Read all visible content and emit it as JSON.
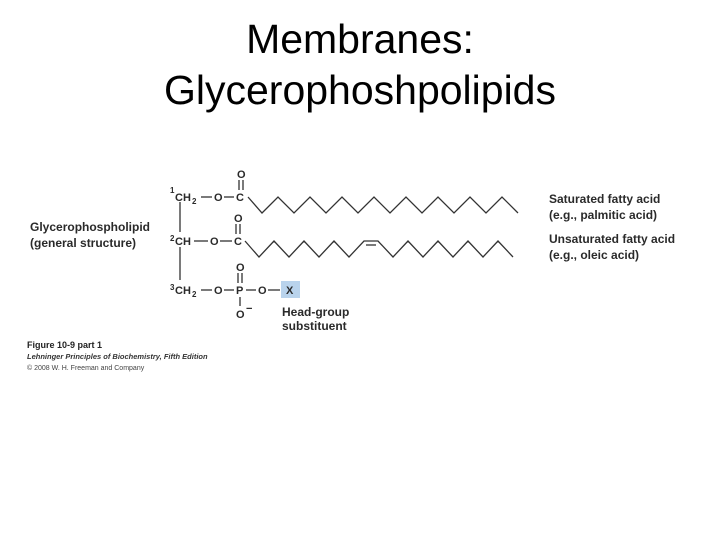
{
  "slide": {
    "title_line1": "Membranes:",
    "title_line2": "Glycerophoshpolipids"
  },
  "figure": {
    "left_label_line1": "Glycerophospholipid",
    "left_label_line2": "(general structure)",
    "carbon_numbers": [
      "1",
      "2",
      "3"
    ],
    "row1": [
      "CH",
      "2",
      "O",
      "C"
    ],
    "row2": [
      "CH",
      "O",
      "C"
    ],
    "row3": [
      "CH",
      "2",
      "O",
      "P",
      "O"
    ],
    "oxygen": "O",
    "phosphate_charge": "−",
    "head_group": "X",
    "head_group_label_line1": "Head-group",
    "head_group_label_line2": "substituent",
    "saturated_line1": "Saturated fatty acid",
    "saturated_line2": "(e.g., palmitic acid)",
    "unsaturated_line1": "Unsaturated fatty acid",
    "unsaturated_line2": "(e.g., oleic acid)",
    "caption_line1": "Figure 10-9 part 1",
    "caption_line2": "Lehninger Principles of Biochemistry, Fifth Edition",
    "caption_line3": "© 2008 W. H. Freeman and Company",
    "head_group_color": "#b9d3ec"
  }
}
